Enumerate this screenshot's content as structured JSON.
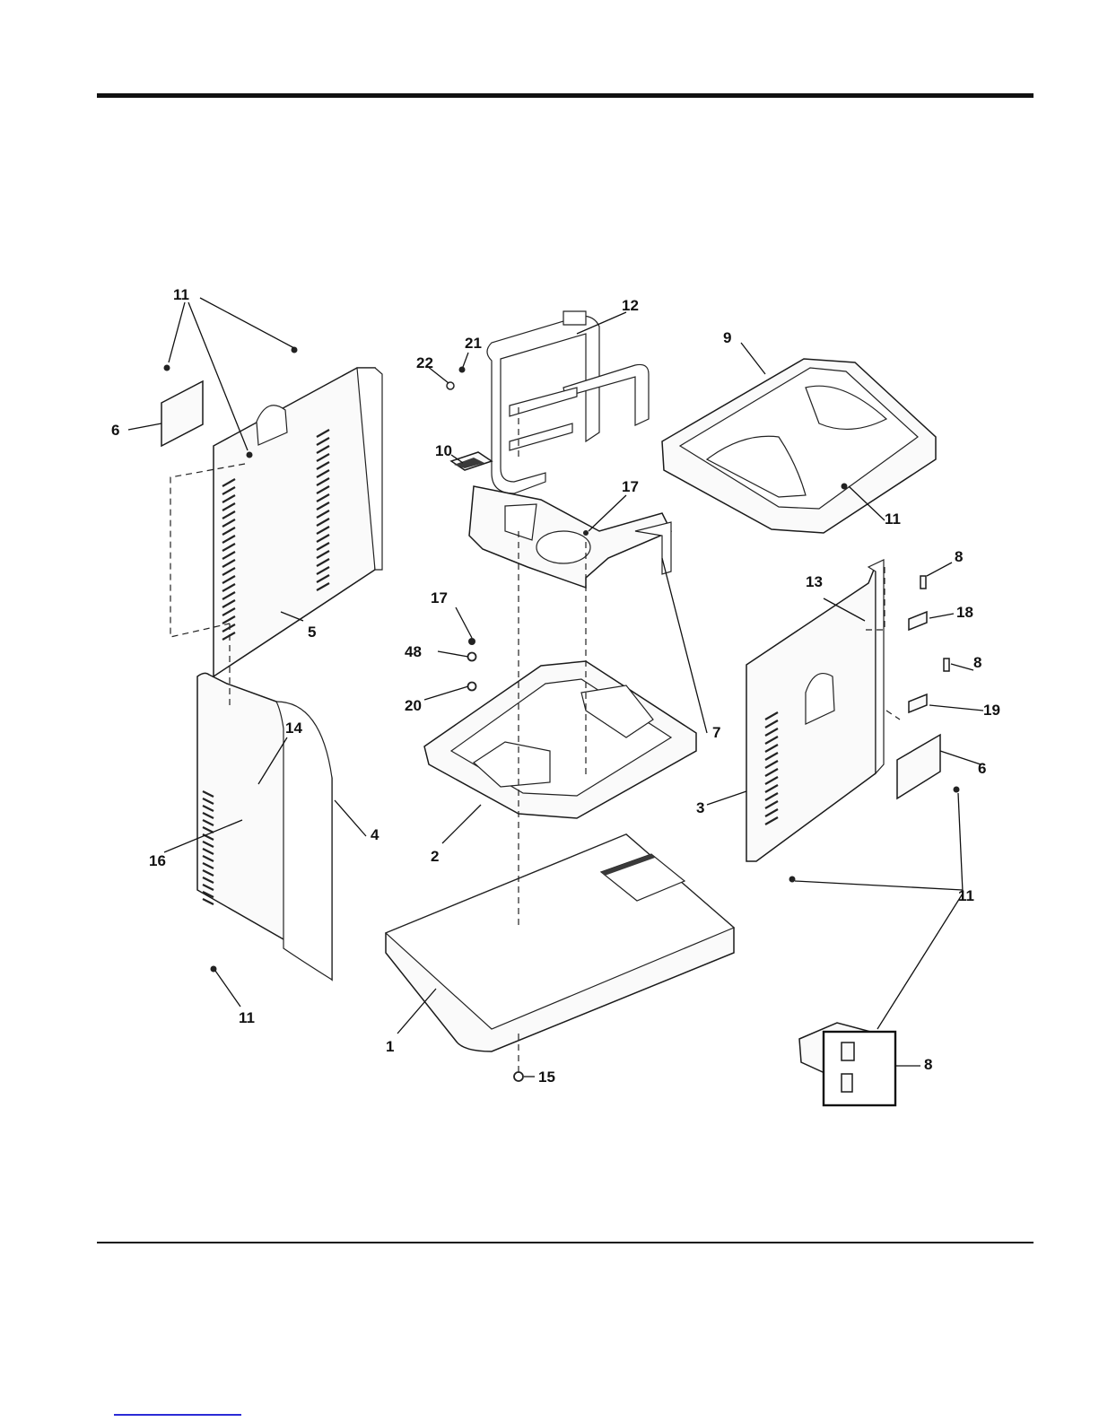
{
  "diagram": {
    "callouts": [
      {
        "id": "c11a",
        "text": "11"
      },
      {
        "id": "c6a",
        "text": "6"
      },
      {
        "id": "c5",
        "text": "5"
      },
      {
        "id": "c14",
        "text": "14"
      },
      {
        "id": "c16",
        "text": "16"
      },
      {
        "id": "c4",
        "text": "4"
      },
      {
        "id": "c11b",
        "text": "11"
      },
      {
        "id": "c21",
        "text": "21"
      },
      {
        "id": "c22",
        "text": "22"
      },
      {
        "id": "c12",
        "text": "12"
      },
      {
        "id": "c10",
        "text": "10"
      },
      {
        "id": "c17a",
        "text": "17"
      },
      {
        "id": "c7",
        "text": "7"
      },
      {
        "id": "c17b",
        "text": "17"
      },
      {
        "id": "c48",
        "text": "48"
      },
      {
        "id": "c20",
        "text": "20"
      },
      {
        "id": "c2",
        "text": "2"
      },
      {
        "id": "c1",
        "text": "1"
      },
      {
        "id": "c15",
        "text": "15"
      },
      {
        "id": "c9",
        "text": "9"
      },
      {
        "id": "c11c",
        "text": "11"
      },
      {
        "id": "c8a",
        "text": "8"
      },
      {
        "id": "c13",
        "text": "13"
      },
      {
        "id": "c18",
        "text": "18"
      },
      {
        "id": "c8b",
        "text": "8"
      },
      {
        "id": "c19",
        "text": "19"
      },
      {
        "id": "c6b",
        "text": "6"
      },
      {
        "id": "c3",
        "text": "3"
      },
      {
        "id": "c11d",
        "text": "11"
      },
      {
        "id": "c8c",
        "text": "8"
      }
    ]
  }
}
